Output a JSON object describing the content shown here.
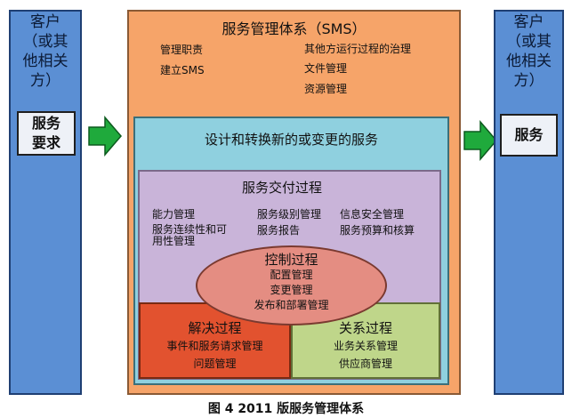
{
  "left_panel": {
    "title_lines": [
      "客户",
      "（或其",
      "他相关",
      "方）"
    ],
    "box_lines": [
      "服务",
      "要求"
    ]
  },
  "right_panel": {
    "title_lines": [
      "客户",
      "（或其",
      "他相关",
      "方）"
    ],
    "box_lines": [
      "服务"
    ]
  },
  "sms": {
    "title": "服务管理体系（SMS）",
    "left_items": [
      "管理职责",
      "建立SMS"
    ],
    "right_items": [
      "其他方运行过程的治理",
      "文件管理",
      "资源管理"
    ]
  },
  "design": {
    "title": "设计和转换新的或变更的服务"
  },
  "delivery": {
    "title": "服务交付过程",
    "col1": [
      "能力管理",
      "服务连续性和可",
      "用性管理"
    ],
    "col2": [
      "服务级别管理",
      "服务报告"
    ],
    "col3": [
      "信息安全管理",
      "服务预算和核算"
    ]
  },
  "control": {
    "title": "控制过程",
    "items": [
      "配置管理",
      "变更管理",
      "发布和部署管理"
    ]
  },
  "resolution": {
    "title": "解决过程",
    "items": [
      "事件和服务请求管理",
      "问题管理"
    ]
  },
  "relationship": {
    "title": "关系过程",
    "items": [
      "业务关系管理",
      "供应商管理"
    ]
  },
  "caption": "图 4  2011 版服务管理体系",
  "colors": {
    "side_blue": "#5b8fd4",
    "sms_orange": "#f6a469",
    "design_cyan": "#8fd0df",
    "delivery_purple": "#c9b4d9",
    "resolution_red": "#e2522f",
    "relationship_green": "#bfd68a",
    "control_pink": "#e48d82",
    "arrow_green": "#1faa3c"
  }
}
